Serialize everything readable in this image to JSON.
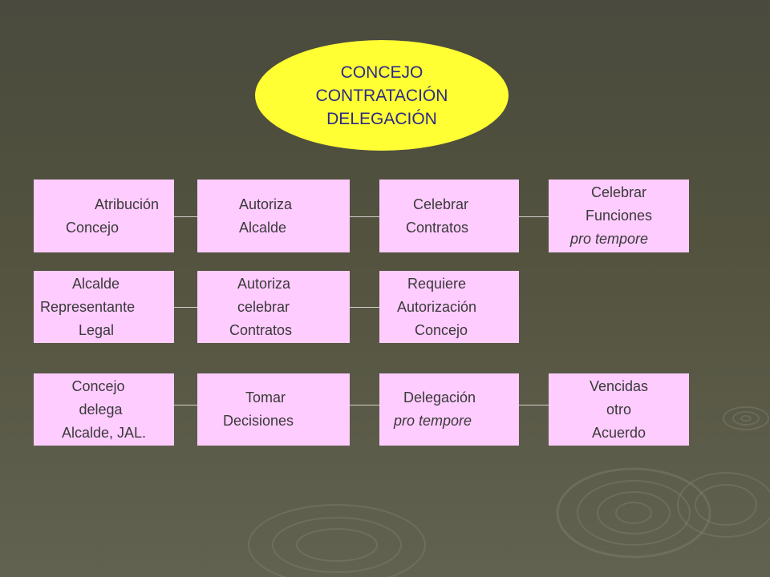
{
  "title": {
    "lines": [
      "CONCEJO",
      "CONTRATACIÓN",
      "DELEGACIÓN"
    ],
    "fill": "#ffff33",
    "text_color": "#2b2b88"
  },
  "box_color": "#ffccff",
  "rows": [
    {
      "boxes": [
        {
          "lines": [
            "Atribución",
            "Concejo"
          ]
        },
        {
          "lines": [
            "Autoriza",
            "Alcalde"
          ]
        },
        {
          "lines": [
            "Celebrar",
            "Contratos"
          ]
        },
        {
          "lines": [
            "Celebrar",
            "Funciones",
            "pro tempore"
          ],
          "italic_line": 2
        }
      ]
    },
    {
      "boxes": [
        {
          "lines": [
            "Alcalde",
            "Representante",
            "Legal"
          ]
        },
        {
          "lines": [
            "Autoriza",
            "celebrar",
            "Contratos"
          ]
        },
        {
          "lines": [
            "Requiere",
            "Autorización",
            "Concejo"
          ]
        }
      ]
    },
    {
      "boxes": [
        {
          "lines": [
            "Concejo",
            "delega",
            "Alcalde, JAL."
          ]
        },
        {
          "lines": [
            "Tomar",
            "Decisiones"
          ]
        },
        {
          "lines": [
            "Delegación",
            "pro tempore"
          ],
          "italic_line": 1
        },
        {
          "lines": [
            "Vencidas",
            "otro",
            "Acuerdo"
          ]
        }
      ]
    }
  ]
}
